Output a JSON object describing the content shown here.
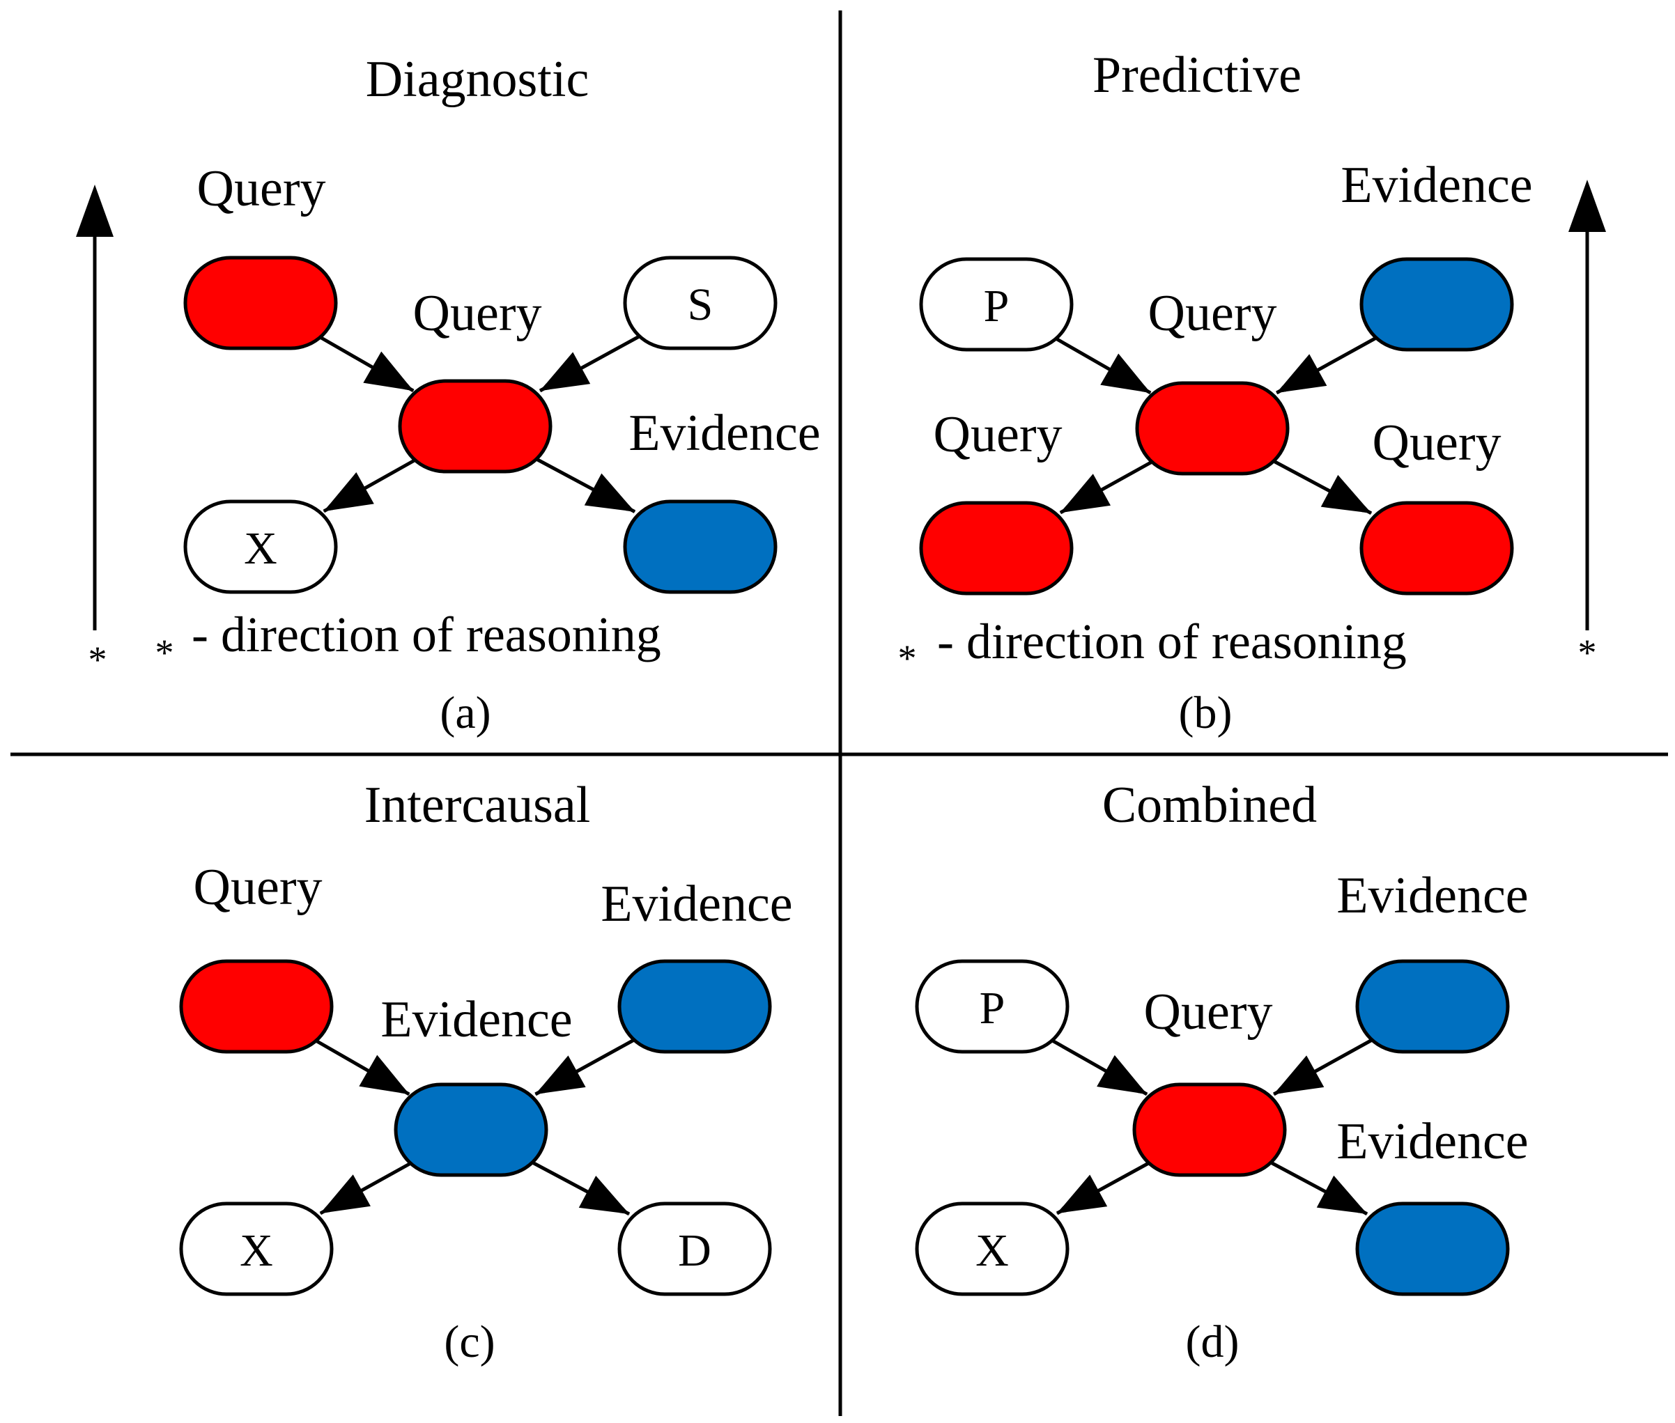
{
  "colors": {
    "query": "#ff0000",
    "evidence": "#0070c0",
    "plain": "#ffffff",
    "stroke": "#000000"
  },
  "panels": [
    {
      "title": "Diagnostic",
      "caption": "(a)",
      "legend": "- direction of reasoning",
      "legend_star": "*",
      "arrow_star": "*",
      "nodes": [
        {
          "fill": "query",
          "label": "Query"
        },
        {
          "fill": "plain",
          "text": "S"
        },
        {
          "fill": "query",
          "label": "Query"
        },
        {
          "fill": "plain",
          "text": "X"
        },
        {
          "fill": "evidence",
          "label": "Evidence"
        }
      ]
    },
    {
      "title": "Predictive",
      "caption": "(b)",
      "legend": "- direction of reasoning",
      "legend_star": "*",
      "arrow_star": "*",
      "nodes": [
        {
          "fill": "plain",
          "text": "P"
        },
        {
          "fill": "evidence",
          "label": "Evidence"
        },
        {
          "fill": "query",
          "label": "Query"
        },
        {
          "fill": "query",
          "label": "Query"
        },
        {
          "fill": "query",
          "label": "Query"
        }
      ]
    },
    {
      "title": "Intercausal",
      "caption": "(c)",
      "nodes": [
        {
          "fill": "query",
          "label": "Query"
        },
        {
          "fill": "evidence",
          "label": "Evidence"
        },
        {
          "fill": "evidence",
          "label": "Evidence"
        },
        {
          "fill": "plain",
          "text": "X"
        },
        {
          "fill": "plain",
          "text": "D"
        }
      ]
    },
    {
      "title": "Combined",
      "caption": "(d)",
      "nodes": [
        {
          "fill": "plain",
          "text": "P"
        },
        {
          "fill": "evidence",
          "label": "Evidence"
        },
        {
          "fill": "query",
          "label": "Query"
        },
        {
          "fill": "plain",
          "text": "X"
        },
        {
          "fill": "evidence",
          "label": "Evidence"
        }
      ]
    }
  ]
}
